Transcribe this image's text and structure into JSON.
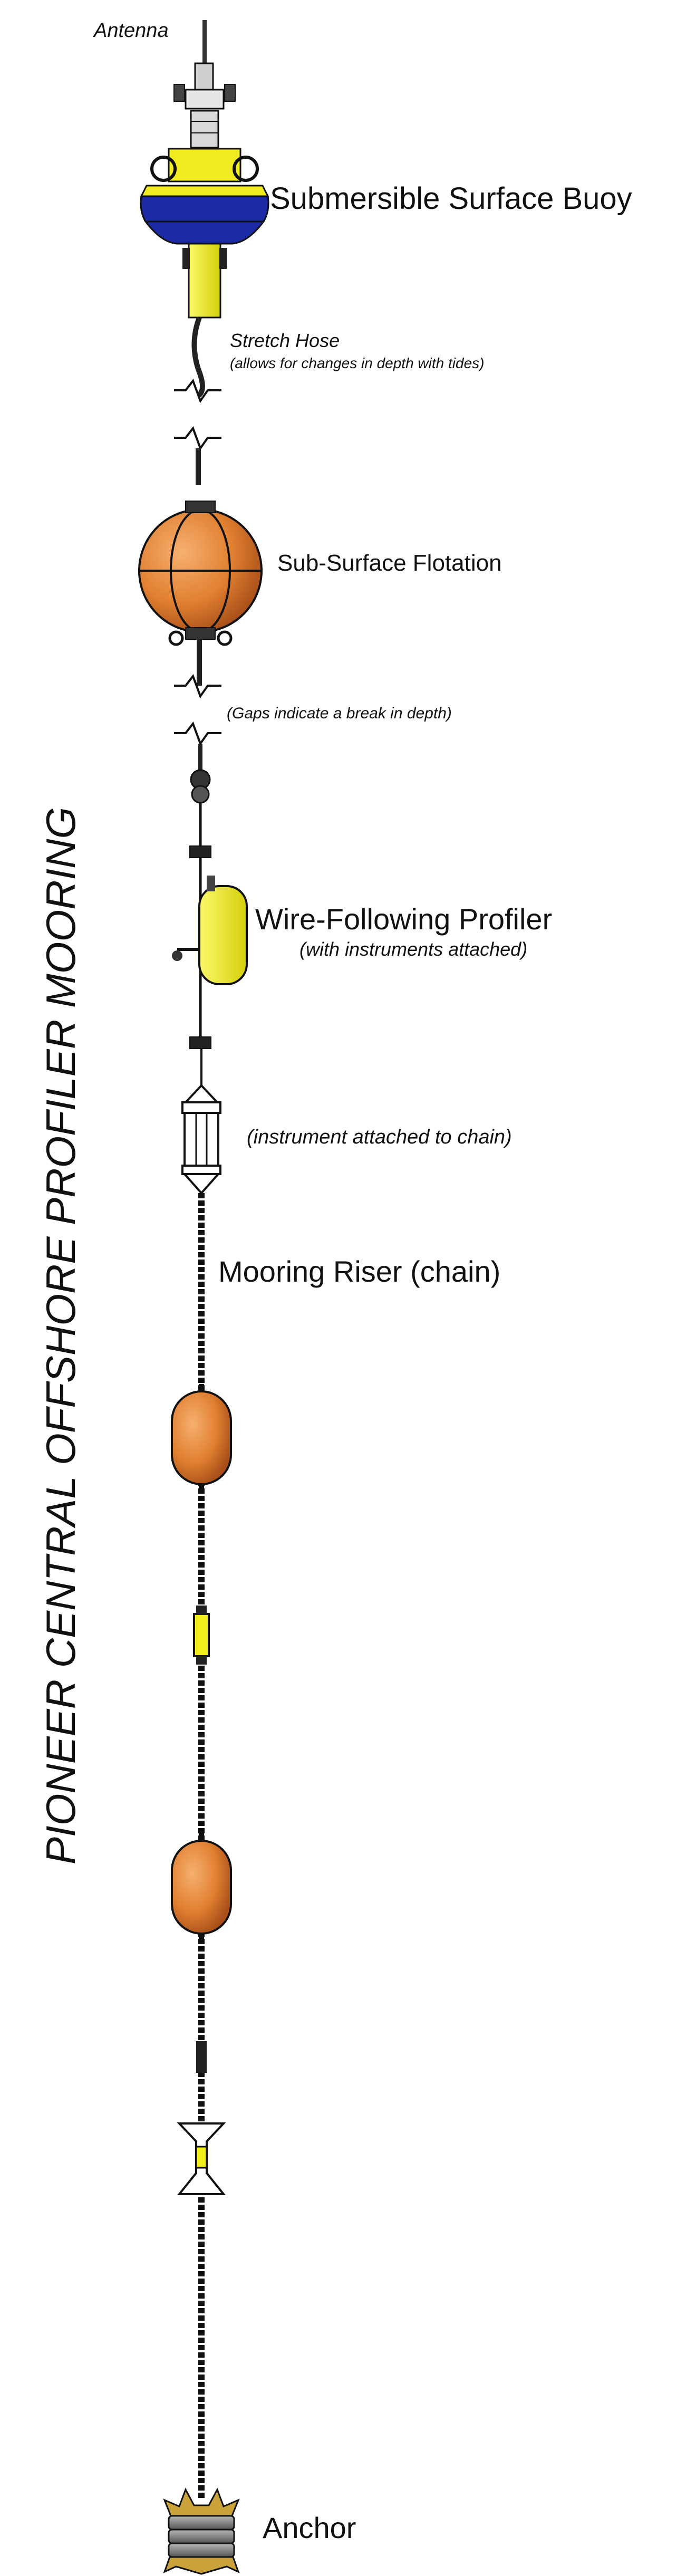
{
  "title": "PIONEER CENTRAL OFFSHORE PROFILER MOORING",
  "labels": {
    "antenna": "Antenna",
    "surface_buoy": "Submersible Surface Buoy",
    "stretch_hose": "Stretch Hose",
    "stretch_hose_note": "(allows for changes in depth with tides)",
    "subsurface_flotation": "Sub-Surface Flotation",
    "gaps_note": "(Gaps indicate a break in depth)",
    "profiler": "Wire-Following Profiler",
    "profiler_note": "(with instruments attached)",
    "chain_instrument_note": "(instrument attached to chain)",
    "mooring_riser": "Mooring Riser (chain)",
    "anchor": "Anchor"
  },
  "colors": {
    "yellow": "#f2ee1c",
    "navy": "#1d2aa6",
    "orange": "#e8893a",
    "orange_dark": "#b8551c",
    "gray": "#8a8a8a",
    "anchor_gold": "#c9a23a",
    "line": "#111111"
  }
}
